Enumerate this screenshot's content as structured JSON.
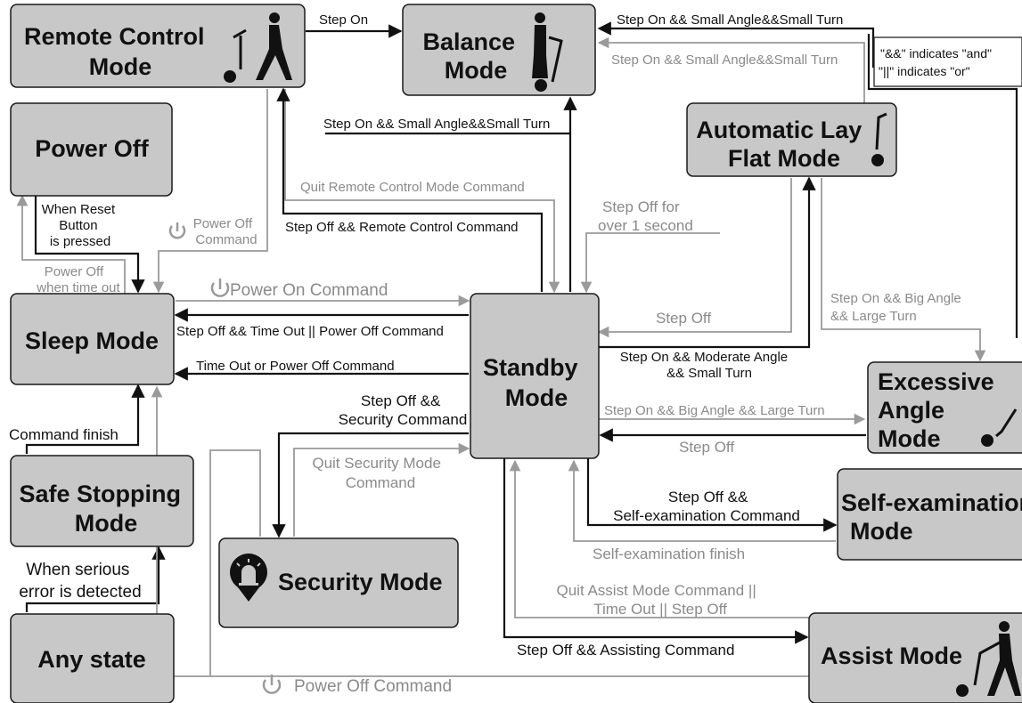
{
  "states": {
    "remote_control": [
      "Remote Control",
      "Mode"
    ],
    "balance": [
      "Balance",
      "Mode"
    ],
    "power_off": [
      "Power Off"
    ],
    "auto_lay_flat": [
      "Automatic Lay",
      "Flat Mode"
    ],
    "sleep": [
      "Sleep Mode"
    ],
    "standby": [
      "Standby",
      "Mode"
    ],
    "excessive_angle": [
      "Excessive",
      "Angle",
      "Mode"
    ],
    "safe_stopping": [
      "Safe Stopping",
      "Mode"
    ],
    "self_exam": [
      "Self-examination",
      "Mode"
    ],
    "security": [
      "Security Mode"
    ],
    "any_state": [
      "Any state"
    ],
    "assist": [
      "Assist Mode"
    ]
  },
  "note": [
    "\"&&\" indicates \"and\"",
    "\"||\" indicates \"or\""
  ],
  "transitions": {
    "rc_to_balance": [
      "Step On"
    ],
    "top_right_to_balance": [
      "Step On && Small Angle&&Small Turn"
    ],
    "lay_flat_to_balance": [
      "Step On && Small Angle&&Small Turn"
    ],
    "standby_to_balance": [
      "Step On && Small Angle&&Small Turn"
    ],
    "quit_remote": [
      "Quit Remote Control Mode Command"
    ],
    "standby_to_rc": [
      "Step Off && Remote Control Command"
    ],
    "balance_to_standby": [
      "Step Off for",
      "over 1 second"
    ],
    "reset_button": [
      "When Reset",
      "Button",
      "is pressed"
    ],
    "rc_power_off": [
      "Power Off",
      "Command"
    ],
    "power_off_timeout": [
      "Power Off",
      "when time out"
    ],
    "power_on": [
      "Power On Command"
    ],
    "standby_to_sleep": [
      "Step Off && Time Out || Power Off Command"
    ],
    "timeout_power_off": [
      "Time Out or Power Off Command"
    ],
    "step_off_lay_flat": [
      "Step Off"
    ],
    "to_lay_flat": [
      "Step On && Moderate Angle",
      "&& Small Turn"
    ],
    "lay_flat_to_excessive": [
      "Step On && Big Angle",
      "&& Large Turn"
    ],
    "standby_to_excessive": [
      "Step On && Big Angle && Large Turn"
    ],
    "excessive_to_standby": [
      "Step Off"
    ],
    "to_security": [
      "Step Off &&",
      "Security Command"
    ],
    "quit_security": [
      "Quit Security Mode",
      "Command"
    ],
    "command_finish": [
      "Command finish"
    ],
    "to_self_exam": [
      "Step Off &&",
      "Self-examination Command"
    ],
    "self_exam_finish": [
      "Self-examination finish"
    ],
    "serious_error": [
      "When serious",
      "error is detected"
    ],
    "quit_assist": [
      "Quit Assist Mode Command ||",
      "Time Out || Step Off"
    ],
    "to_assist": [
      "Step Off && Assisting Command"
    ],
    "bottom_power_off": [
      "Power Off Command"
    ]
  }
}
